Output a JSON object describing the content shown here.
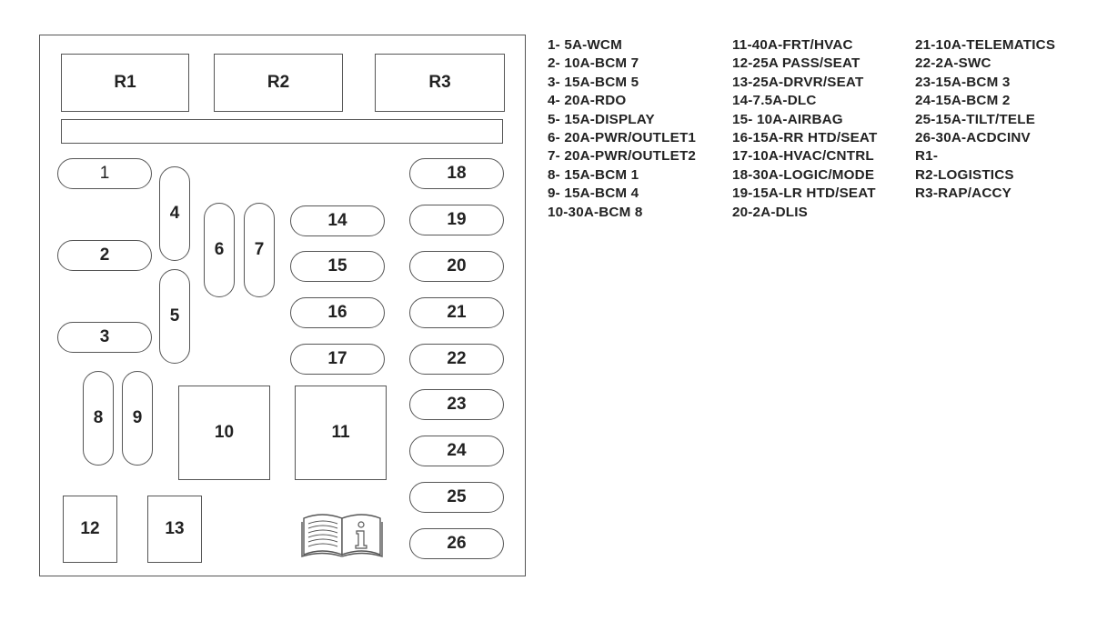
{
  "relays": {
    "r1": "R1",
    "r2": "R2",
    "r3": "R3"
  },
  "fuses": {
    "f1": "1",
    "f2": "2",
    "f3": "3",
    "f4": "4",
    "f5": "5",
    "f6": "6",
    "f7": "7",
    "f8": "8",
    "f9": "9",
    "f10": "10",
    "f11": "11",
    "f12": "12",
    "f13": "13",
    "f14": "14",
    "f15": "15",
    "f16": "16",
    "f17": "17",
    "f18": "18",
    "f19": "19",
    "f20": "20",
    "f21": "21",
    "f22": "22",
    "f23": "23",
    "f24": "24",
    "f25": "25",
    "f26": "26"
  },
  "book_icon": "owners-manual-info-icon",
  "legend": {
    "col1": [
      "1- 5A-WCM",
      "2- 10A-BCM 7",
      "3- 15A-BCM 5",
      "4- 20A-RDO",
      "5- 15A-DISPLAY",
      "6- 20A-PWR/OUTLET1",
      "7- 20A-PWR/OUTLET2",
      "8- 15A-BCM 1",
      "9- 15A-BCM 4",
      "10-30A-BCM 8"
    ],
    "col2": [
      "11-40A-FRT/HVAC",
      "12-25A PASS/SEAT",
      "13-25A-DRVR/SEAT",
      "14-7.5A-DLC",
      "15- 10A-AIRBAG",
      "16-15A-RR HTD/SEAT",
      "17-10A-HVAC/CNTRL",
      "18-30A-LOGIC/MODE",
      "19-15A-LR HTD/SEAT",
      "20-2A-DLIS"
    ],
    "col3": [
      "21-10A-TELEMATICS",
      "22-2A-SWC",
      "23-15A-BCM 3",
      "24-15A-BCM 2",
      "25-15A-TILT/TELE",
      "26-30A-ACDCINV",
      "R1-",
      "R2-LOGISTICS",
      "R3-RAP/ACCY"
    ]
  }
}
